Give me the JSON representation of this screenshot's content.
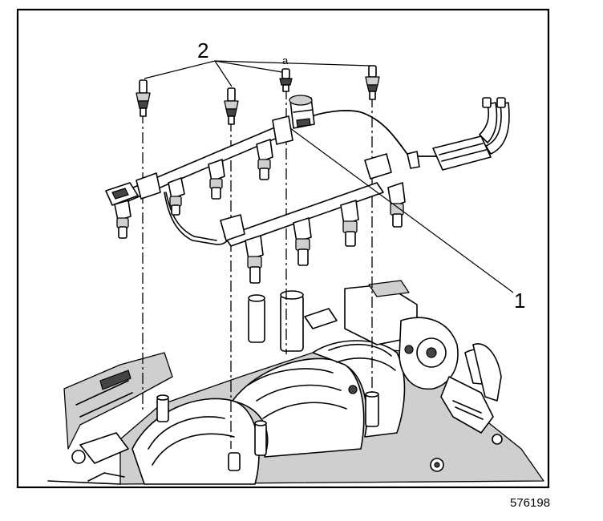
{
  "figure": {
    "callouts": {
      "fasteners": "2",
      "fastener_note": "a",
      "fuel_rail": "1"
    },
    "figure_number": "576198"
  }
}
